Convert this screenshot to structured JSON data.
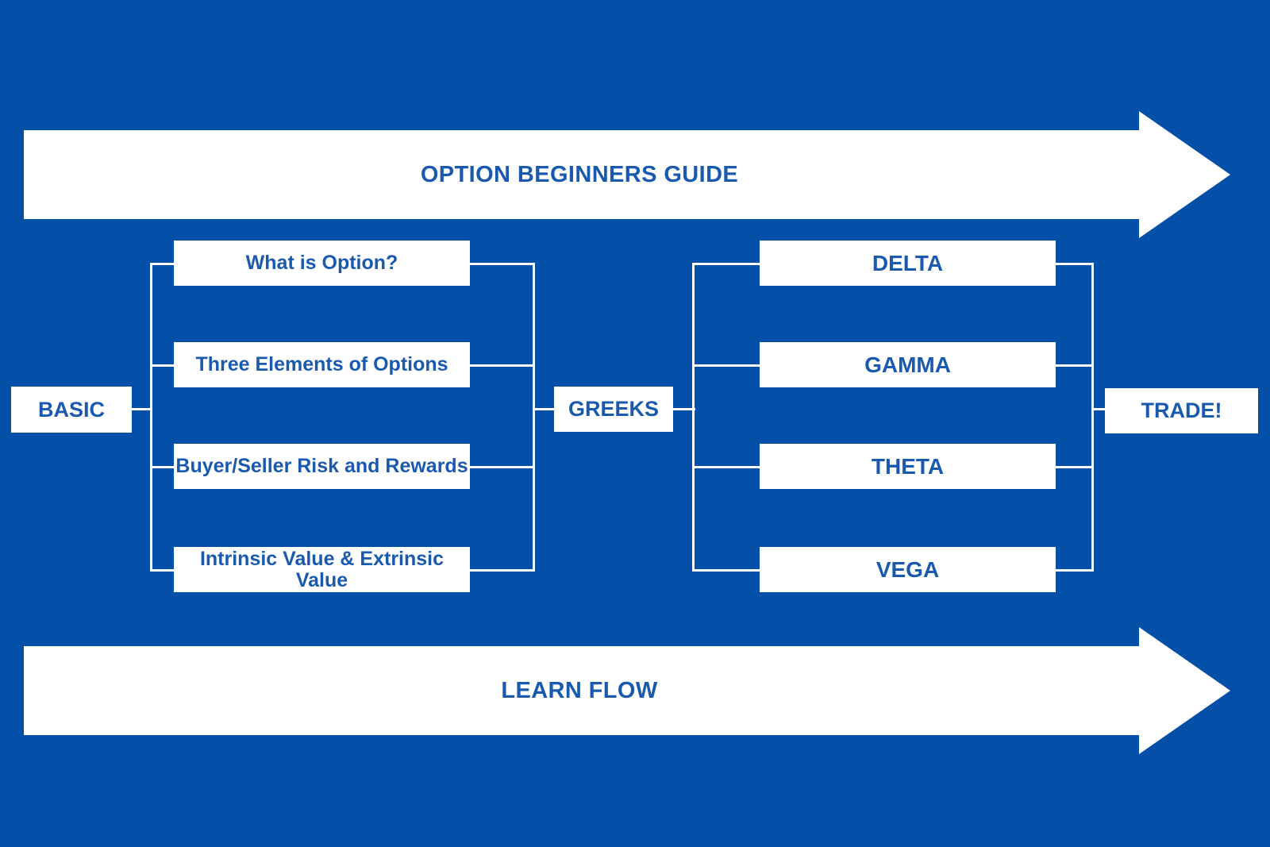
{
  "theme": {
    "background_color": "#0450A8",
    "box_fill_color": "#FFFFFF",
    "text_color": "#1A5AAE",
    "connector_color": "#FFFFFF"
  },
  "banners": {
    "top": {
      "label": "OPTION BEGINNERS GUIDE",
      "direction": "right"
    },
    "bottom": {
      "label": "LEARN FLOW",
      "direction": "right"
    }
  },
  "flow": {
    "stages": [
      {
        "id": "basic",
        "label": "BASIC"
      },
      {
        "id": "greeks",
        "label": "GREEKS"
      },
      {
        "id": "trade",
        "label": "TRADE!"
      }
    ]
  },
  "groups": {
    "basic": {
      "hub_label": "BASIC",
      "items": [
        {
          "label": "What is Option?"
        },
        {
          "label": "Three Elements of Options"
        },
        {
          "label": "Buyer/Seller Risk and Rewards"
        },
        {
          "label": "Intrinsic Value & Extrinsic Value"
        }
      ]
    },
    "greeks": {
      "hub_label": "GREEKS",
      "items": [
        {
          "label": "DELTA"
        },
        {
          "label": "GAMMA"
        },
        {
          "label": "THETA"
        },
        {
          "label": "VEGA"
        }
      ],
      "next_label": "TRADE!"
    }
  }
}
